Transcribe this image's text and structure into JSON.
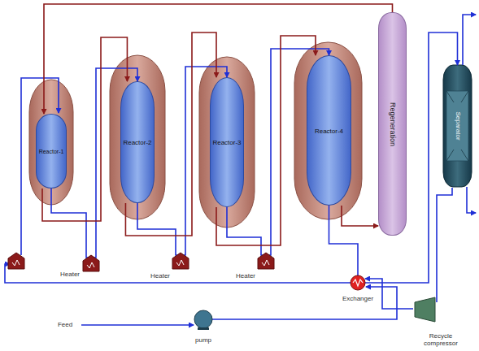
{
  "diagram": {
    "nodes": [
      {
        "text": [
          "Reactor-1"
        ]
      },
      {
        "text": [
          "Reactor-2"
        ]
      },
      {
        "text": [
          "Reactor-3"
        ]
      },
      {
        "text": [
          "Reactor-4"
        ]
      },
      {
        "text": [
          "Regeneration"
        ]
      },
      {
        "text": [
          "Separator"
        ]
      }
    ],
    "edges": [
      {
        "from": 0,
        "to": 1,
        "arrow": "to"
      },
      {
        "from": 1,
        "to": 2,
        "arrow": "to"
      },
      {
        "from": 2,
        "to": 3,
        "arrow": "to"
      },
      {
        "from": 3,
        "to": 5,
        "arrow": "to"
      },
      {
        "from": 0,
        "to": 1,
        "arrow": "to"
      },
      {
        "from": 1,
        "to": 2,
        "arrow": "to"
      },
      {
        "from": 2,
        "to": 3,
        "arrow": "to"
      },
      {
        "from": 3,
        "to": 4,
        "arrow": "to"
      },
      {
        "from": 4,
        "to": 0,
        "arrow": "to"
      }
    ],
    "labels": [
      "Heater",
      "Heater",
      "Heater",
      "Exchanger",
      "Feed",
      "pump",
      "Recycle compressor"
    ]
  }
}
